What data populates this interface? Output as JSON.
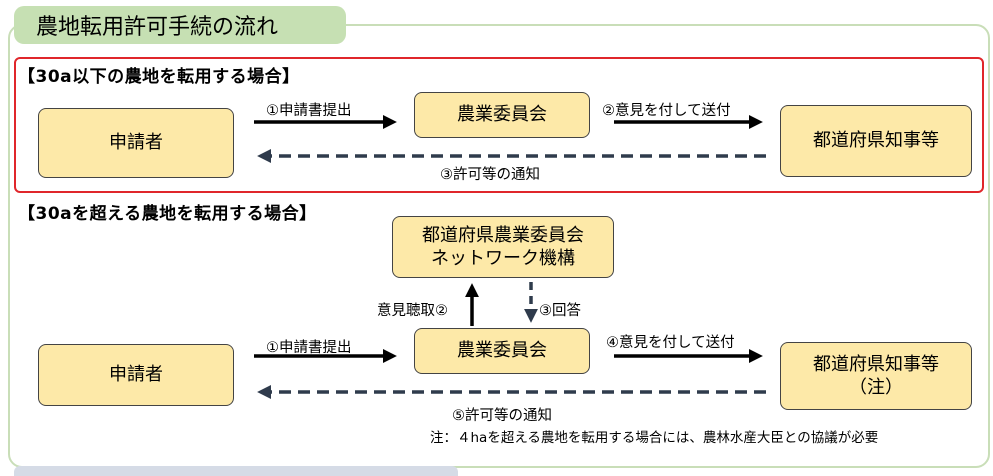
{
  "header": {
    "title": "農地転用許可手続の流れ"
  },
  "section1": {
    "title": "【30a以下の農地を転用する場合】",
    "applicant": "申請者",
    "committee": "農業委員会",
    "governor": "都道府県知事等",
    "step1": "①申請書提出",
    "step2": "②意見を付して送付",
    "step3": "③許可等の通知"
  },
  "section2": {
    "title": "【30aを超える農地を転用する場合】",
    "applicant": "申請者",
    "network_line1": "都道府県農業委員会",
    "network_line2": "ネットワーク機構",
    "committee": "農業委員会",
    "governor_line1": "都道府県知事等",
    "governor_line2": "（注）",
    "step1": "①申請書提出",
    "step2": "意見聴取②",
    "step3": "③回答",
    "step4": "④意見を付して送付",
    "step5": "⑤許可等の通知",
    "note": "注：４haを超える農地を転用する場合には、農林水産大臣との協議が必要"
  }
}
